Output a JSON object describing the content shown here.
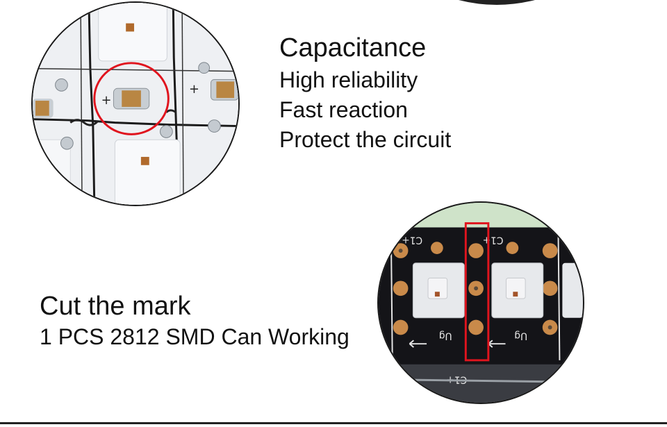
{
  "capacitance": {
    "title": "Capacitance",
    "features": [
      "High reliability",
      "Fast reaction",
      "Protect the circuit"
    ]
  },
  "cut": {
    "title": "Cut the mark",
    "subtitle": "1 PCS 2812 SMD Can Working"
  },
  "colors": {
    "highlight_red": "#e0141e",
    "pcb_white": "#f2f3f5",
    "pcb_black": "#141418",
    "pad_copper": "#c98a4a"
  }
}
